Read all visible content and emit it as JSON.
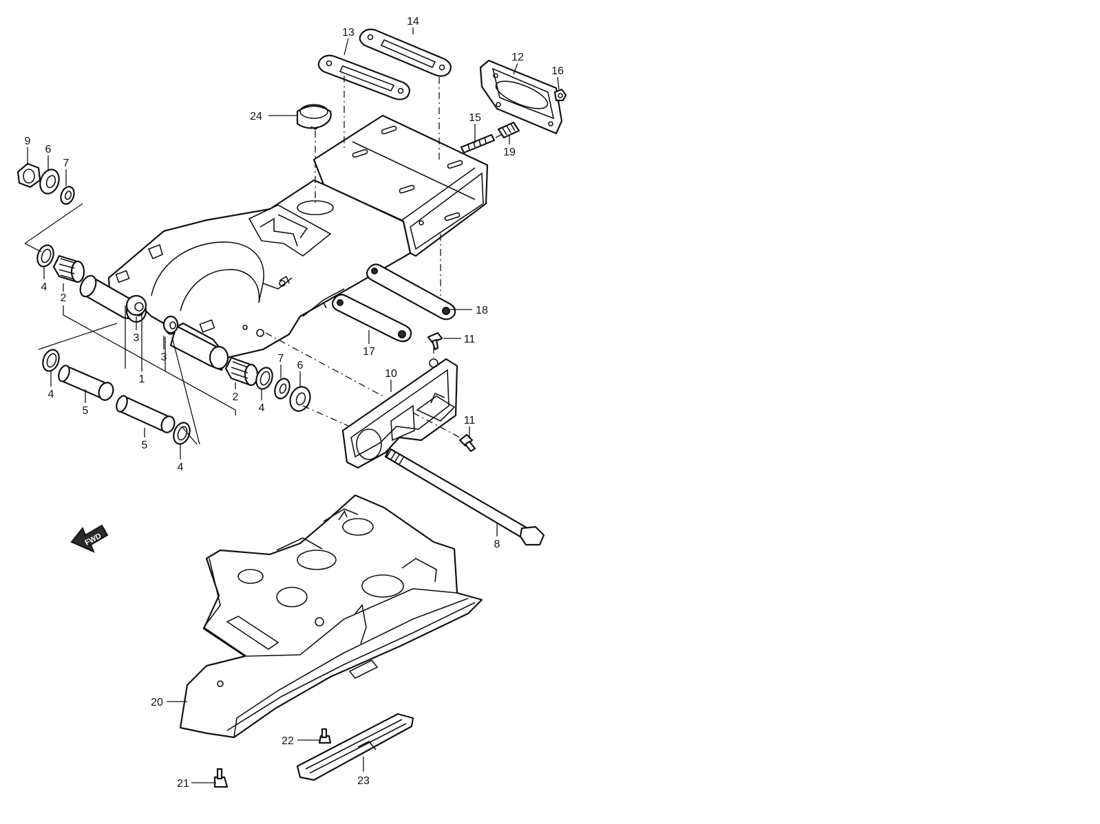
{
  "diagram": {
    "callouts": [
      {
        "id": "c1",
        "label": "1"
      },
      {
        "id": "c2a",
        "label": "2"
      },
      {
        "id": "c2b",
        "label": "2"
      },
      {
        "id": "c3a",
        "label": "3"
      },
      {
        "id": "c3b",
        "label": "3"
      },
      {
        "id": "c4a",
        "label": "4"
      },
      {
        "id": "c4b",
        "label": "4"
      },
      {
        "id": "c4c",
        "label": "4"
      },
      {
        "id": "c4d",
        "label": "4"
      },
      {
        "id": "c5a",
        "label": "5"
      },
      {
        "id": "c5b",
        "label": "5"
      },
      {
        "id": "c6a",
        "label": "6"
      },
      {
        "id": "c6b",
        "label": "6"
      },
      {
        "id": "c7a",
        "label": "7"
      },
      {
        "id": "c7b",
        "label": "7"
      },
      {
        "id": "c8",
        "label": "8"
      },
      {
        "id": "c9",
        "label": "9"
      },
      {
        "id": "c10",
        "label": "10"
      },
      {
        "id": "c11a",
        "label": "11"
      },
      {
        "id": "c11b",
        "label": "11"
      },
      {
        "id": "c12",
        "label": "12"
      },
      {
        "id": "c13",
        "label": "13"
      },
      {
        "id": "c14",
        "label": "14"
      },
      {
        "id": "c15",
        "label": "15"
      },
      {
        "id": "c16",
        "label": "16"
      },
      {
        "id": "c17",
        "label": "17"
      },
      {
        "id": "c18",
        "label": "18"
      },
      {
        "id": "c19",
        "label": "19"
      },
      {
        "id": "c20",
        "label": "20"
      },
      {
        "id": "c21",
        "label": "21"
      },
      {
        "id": "c22",
        "label": "22"
      },
      {
        "id": "c23",
        "label": "23"
      },
      {
        "id": "c24",
        "label": "24"
      }
    ],
    "fwd_label": "FWD"
  }
}
